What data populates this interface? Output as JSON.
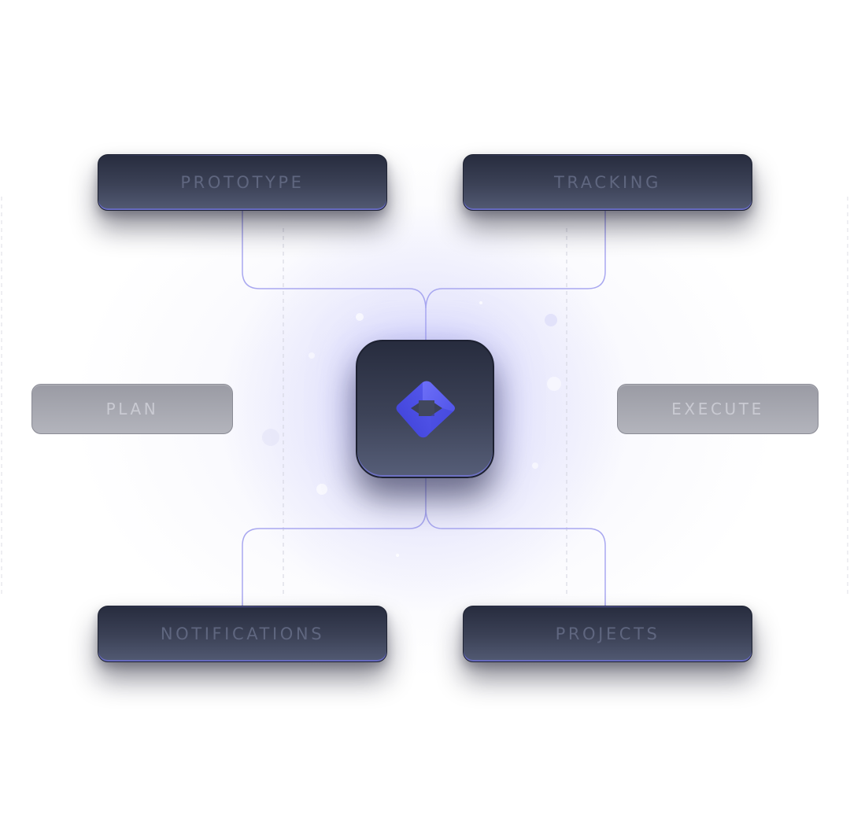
{
  "nodes": {
    "prototype": "PROTOTYPE",
    "tracking": "TRACKING",
    "plan": "PLAN",
    "execute": "EXECUTE",
    "notifications": "NOTIFICATIONS",
    "projects": "PROJECTS"
  },
  "hub": {
    "icon": "diamond-logo-icon"
  },
  "colors": {
    "accent": "#5b5ef0",
    "connector": "#a9a8f0",
    "card_dark_top": "#272c3e",
    "card_dark_bottom": "#525a73",
    "card_light": "#a6a7b0",
    "dark_label": "#5f667f",
    "light_label": "#c9cad2"
  }
}
